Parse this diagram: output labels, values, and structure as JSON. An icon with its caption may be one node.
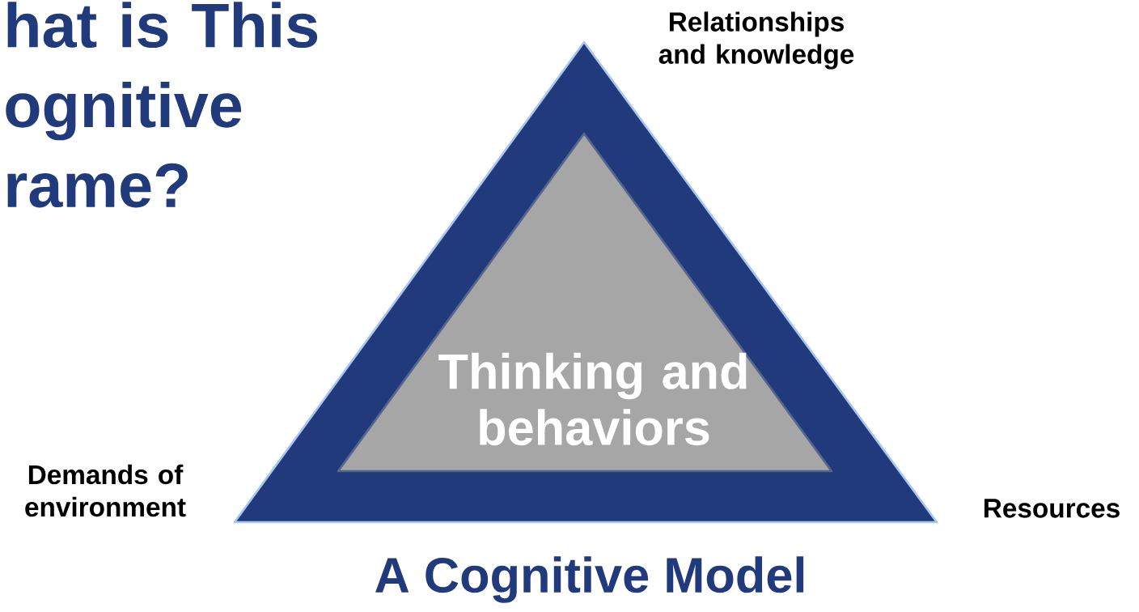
{
  "diagram": {
    "title": "hat is This ognitive rame?",
    "caption": "A Cognitive Model",
    "nodes": [
      {
        "text": [],
        "shape": "triangle"
      },
      {
        "text": [
          "Thinking and behaviors"
        ],
        "in": 0
      }
    ],
    "labels": [
      "Relationships and knowledge",
      "Demands of environment",
      "Resources"
    ]
  }
}
